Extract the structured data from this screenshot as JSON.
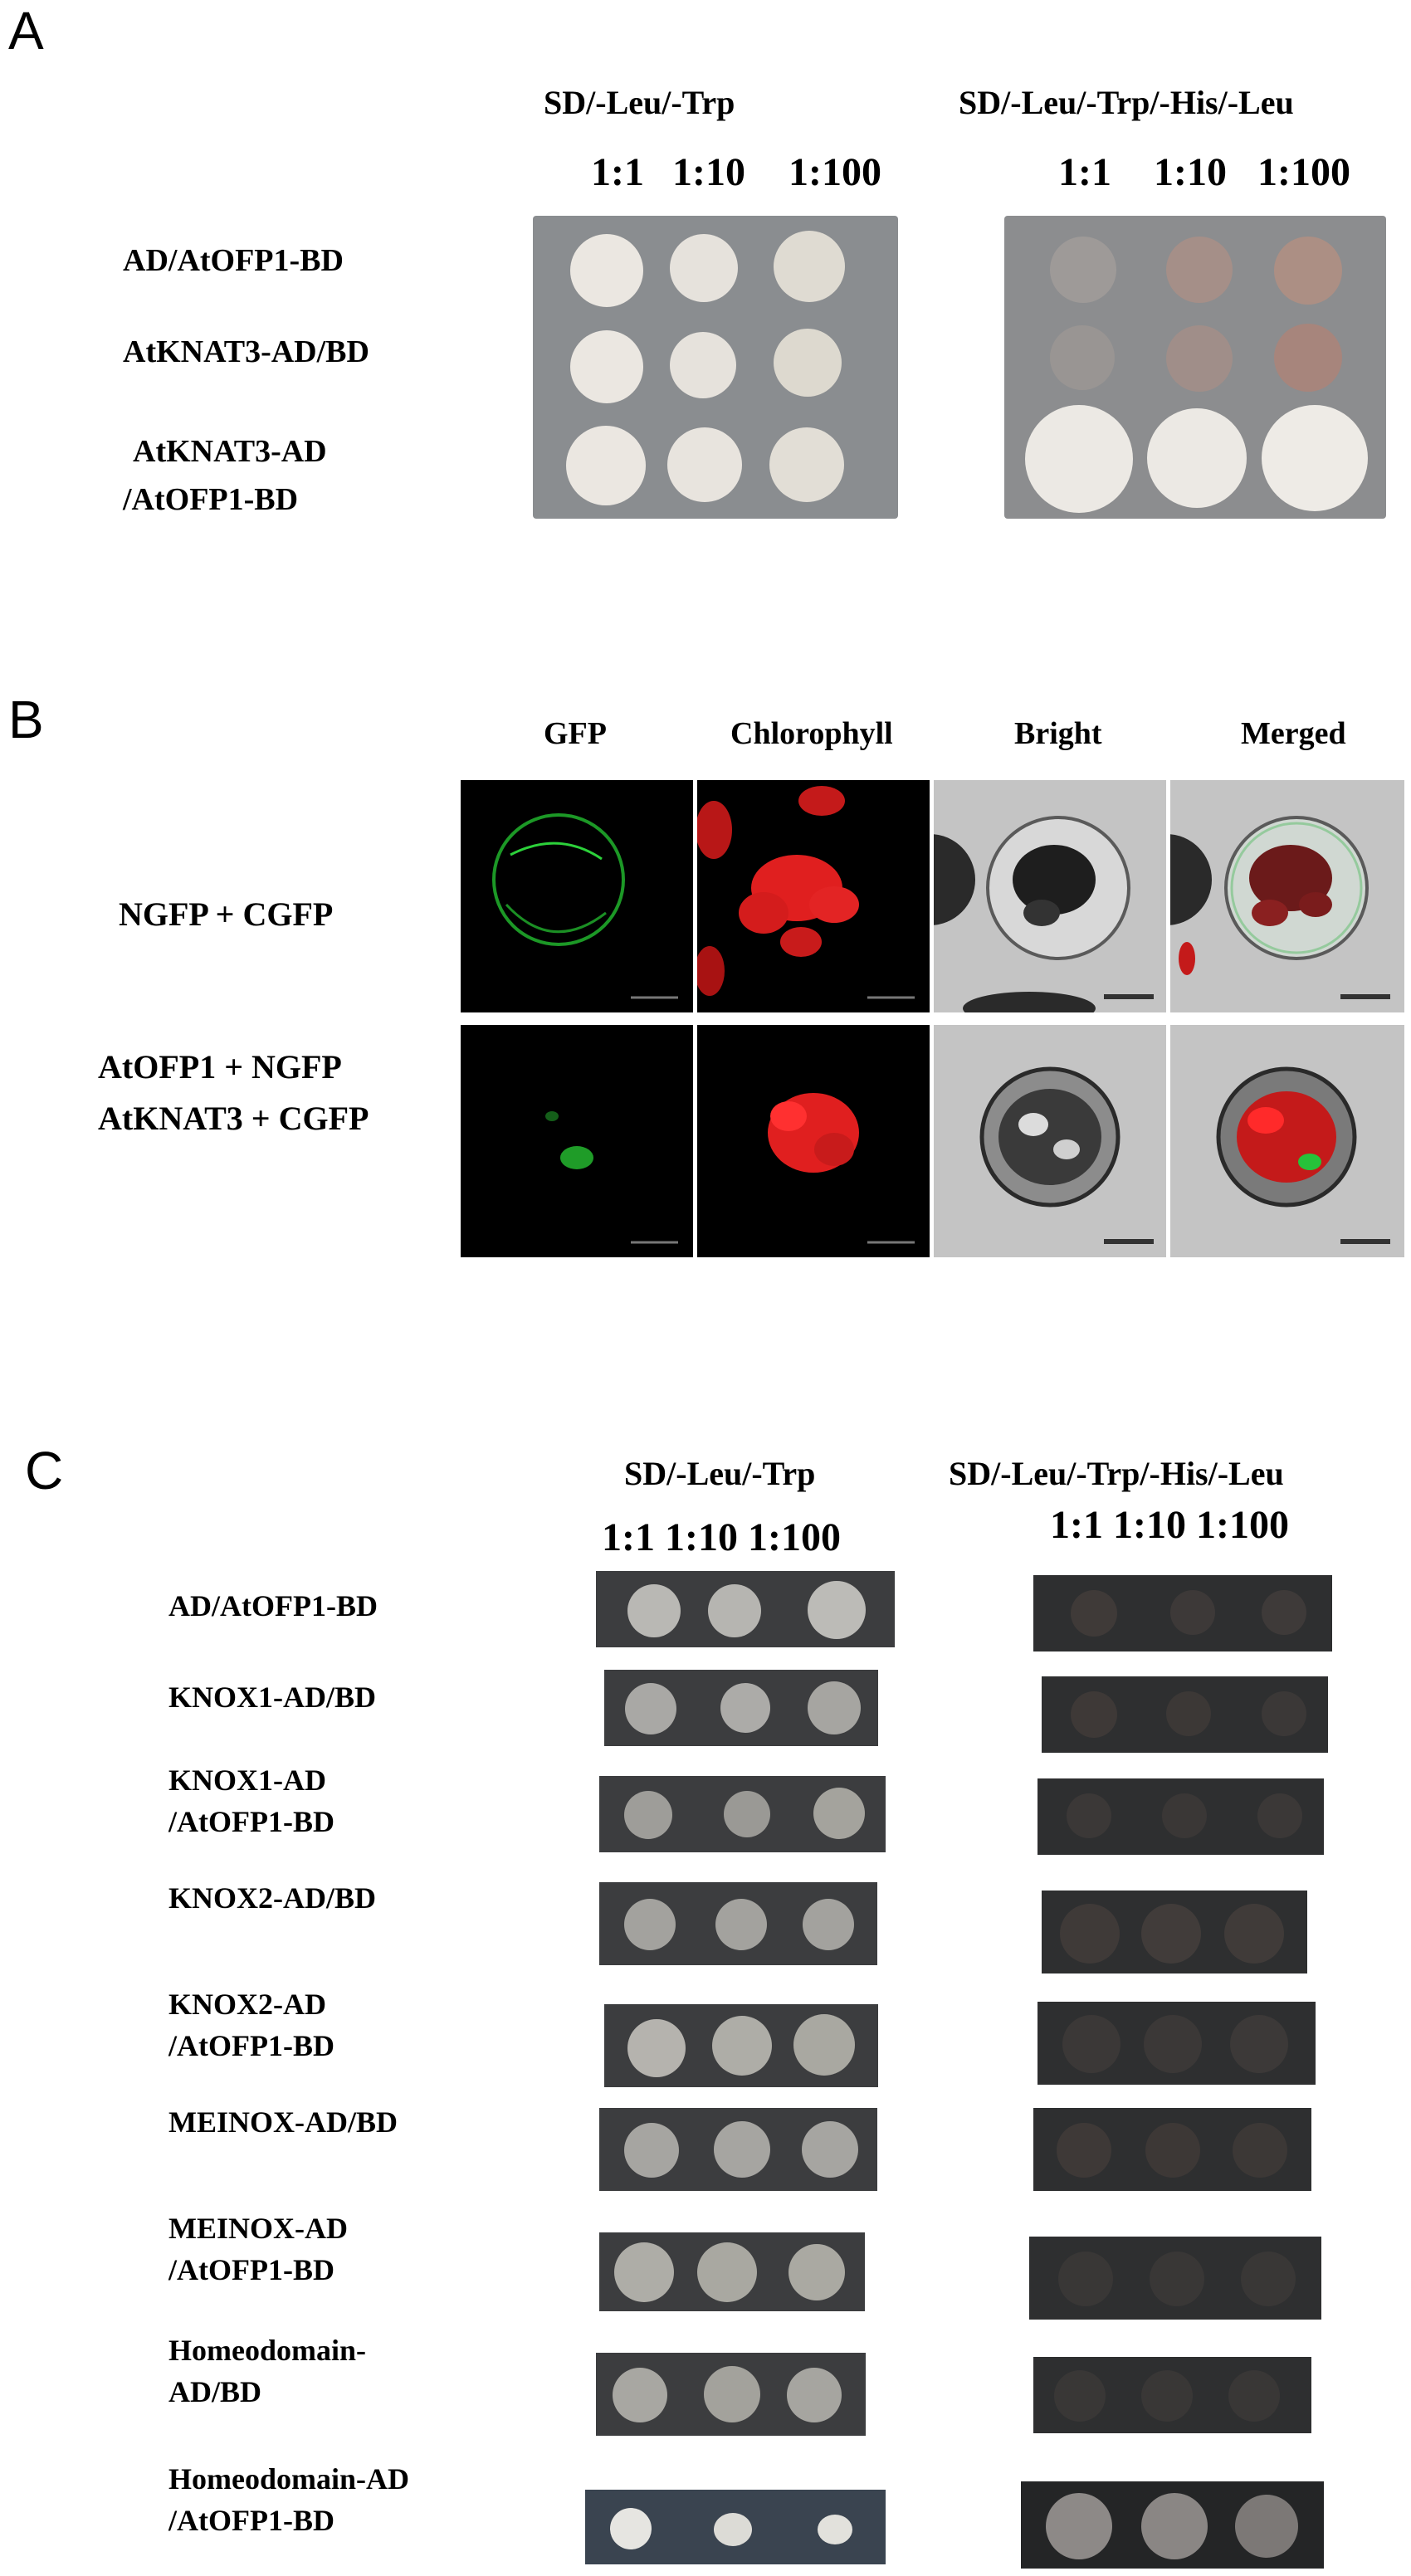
{
  "panel_letters": {
    "a": "A",
    "b": "B",
    "c": "C"
  },
  "panel_a": {
    "media": [
      "SD/-Leu/-Trp",
      "SD/-Leu/-Trp/-His/-Leu"
    ],
    "dilutions": [
      "1:1",
      "1:10",
      "1:100"
    ],
    "rows": [
      {
        "line1": "AD/AtOFP1-BD",
        "line2": ""
      },
      {
        "line1": "AtKNAT3-AD/BD",
        "line2": ""
      },
      {
        "line1": "AtKNAT3-AD",
        "line2": "/AtOFP1-BD"
      }
    ]
  },
  "panel_b": {
    "channels": [
      "GFP",
      "Chlorophyll",
      "Bright",
      "Merged"
    ],
    "rows": [
      {
        "line1": "NGFP + CGFP",
        "line2": ""
      },
      {
        "line1": "AtOFP1 + NGFP",
        "line2": "AtKNAT3 + CGFP"
      }
    ]
  },
  "panel_c": {
    "media": [
      "SD/-Leu/-Trp",
      "SD/-Leu/-Trp/-His/-Leu"
    ],
    "dilutions_left": "1:1 1:10 1:100",
    "dilutions_right": "1:1 1:10 1:100",
    "rows": [
      {
        "line1": "AD/AtOFP1-BD",
        "line2": ""
      },
      {
        "line1": "KNOX1-AD/BD",
        "line2": ""
      },
      {
        "line1": "KNOX1-AD",
        "line2": "/AtOFP1-BD"
      },
      {
        "line1": "KNOX2-AD/BD",
        "line2": ""
      },
      {
        "line1": "KNOX2-AD",
        "line2": "/AtOFP1-BD"
      },
      {
        "line1": "MEINOX-AD/BD",
        "line2": ""
      },
      {
        "line1": "MEINOX-AD",
        "line2": "/AtOFP1-BD"
      },
      {
        "line1": "Homeodomain-",
        "line2": "AD/BD"
      },
      {
        "line1": "Homeodomain-AD",
        "line2": "/AtOFP1-BD"
      }
    ]
  }
}
